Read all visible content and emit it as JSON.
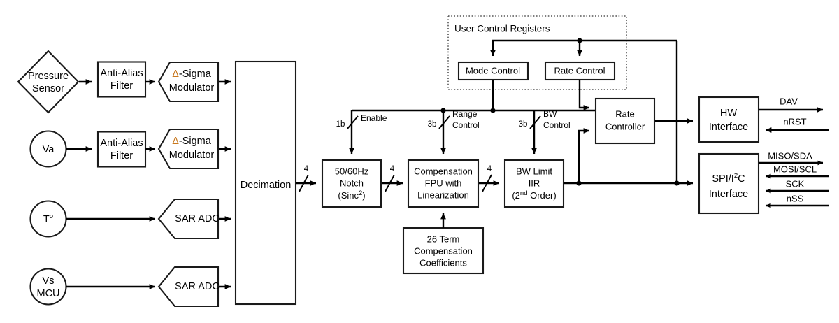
{
  "diagram": {
    "title": "Sensor Signal Chain Block Diagram",
    "bg_color": "#ffffff",
    "line_color": "#000000",
    "group_border_color": "#555555",
    "accent_color": "#c8781e"
  },
  "sources": [
    {
      "name": "pressure-sensor",
      "shape": "diamond",
      "line1": "Pressure",
      "line2": "Sensor"
    },
    {
      "name": "va-source",
      "shape": "circle",
      "line1": "Va",
      "line2": ""
    },
    {
      "name": "temperature-source",
      "shape": "circle",
      "line1": "T",
      "line1_sup": "o",
      "line2": ""
    },
    {
      "name": "vs-mcu-source",
      "shape": "circle",
      "line1": "Vs",
      "line2": "MCU"
    }
  ],
  "front_end": {
    "anti_alias_filter_1": {
      "line1": "Anti-Alias",
      "line2": "Filter"
    },
    "anti_alias_filter_2": {
      "line1": "Anti-Alias",
      "line2": "Filter"
    },
    "delta_sigma_modulator_1": {
      "delta": "Δ",
      "line1_rest": "-Sigma",
      "line2": "Modulator"
    },
    "delta_sigma_modulator_2": {
      "delta": "Δ",
      "line1_rest": "-Sigma",
      "line2": "Modulator"
    },
    "sar_adc_1": {
      "label": "SAR ADC"
    },
    "sar_adc_2": {
      "label": "SAR ADC"
    }
  },
  "decimation": {
    "label": "Decimation"
  },
  "pipeline": {
    "notch": {
      "line1": "50/60Hz",
      "line2": "Notch",
      "line3_pre": "(Sinc",
      "line3_sup": "2",
      "line3_post": ")"
    },
    "compensation_fpu": {
      "line1": "Compensation",
      "line2": "FPU with",
      "line3": "Linearization"
    },
    "bw_limit_iir": {
      "line1": "BW Limit",
      "line2": "IIR",
      "line3_pre": "(2",
      "line3_sup": "nd",
      "line3_post": " Order)"
    },
    "coefficients": {
      "line1": "26 Term",
      "line2": "Compensation",
      "line3": "Coefficients"
    }
  },
  "user_control_registers": {
    "group_label": "User Control Registers",
    "mode_control": {
      "label": "Mode Control"
    },
    "rate_control": {
      "label": "Rate Control"
    }
  },
  "rate_controller": {
    "line1": "Rate",
    "line2": "Controller"
  },
  "interfaces": {
    "hw_interface": {
      "line1": "HW",
      "line2": "Interface"
    },
    "spi_i2c_interface": {
      "line1_pre": "SPI/I",
      "line1_sup": "2",
      "line1_post": "C",
      "line2": "Interface"
    }
  },
  "bus_labels": [
    {
      "name": "bus-decimation-out",
      "value": "4"
    },
    {
      "name": "bus-notch-out",
      "value": "4"
    },
    {
      "name": "bus-fpu-out",
      "value": "4"
    }
  ],
  "control_signals": [
    {
      "name": "enable",
      "width": "1b",
      "line1": "Enable",
      "line2": ""
    },
    {
      "name": "range-control",
      "width": "3b",
      "line1": "Range",
      "line2": "Control"
    },
    {
      "name": "bw-control",
      "width": "3b",
      "line1": "BW",
      "line2": "Control"
    }
  ],
  "io_signals": {
    "hw": [
      {
        "name": "dav",
        "label": "DAV",
        "direction": "out"
      },
      {
        "name": "nrst",
        "label": "nRST",
        "direction": "in"
      }
    ],
    "spi": [
      {
        "name": "miso-sda",
        "label": "MISO/SDA",
        "direction": "out"
      },
      {
        "name": "mosi-scl",
        "label": "MOSI/SCL",
        "direction": "in"
      },
      {
        "name": "sck",
        "label": "SCK",
        "direction": "in"
      },
      {
        "name": "nss",
        "label": "nSS",
        "direction": "in"
      }
    ]
  }
}
